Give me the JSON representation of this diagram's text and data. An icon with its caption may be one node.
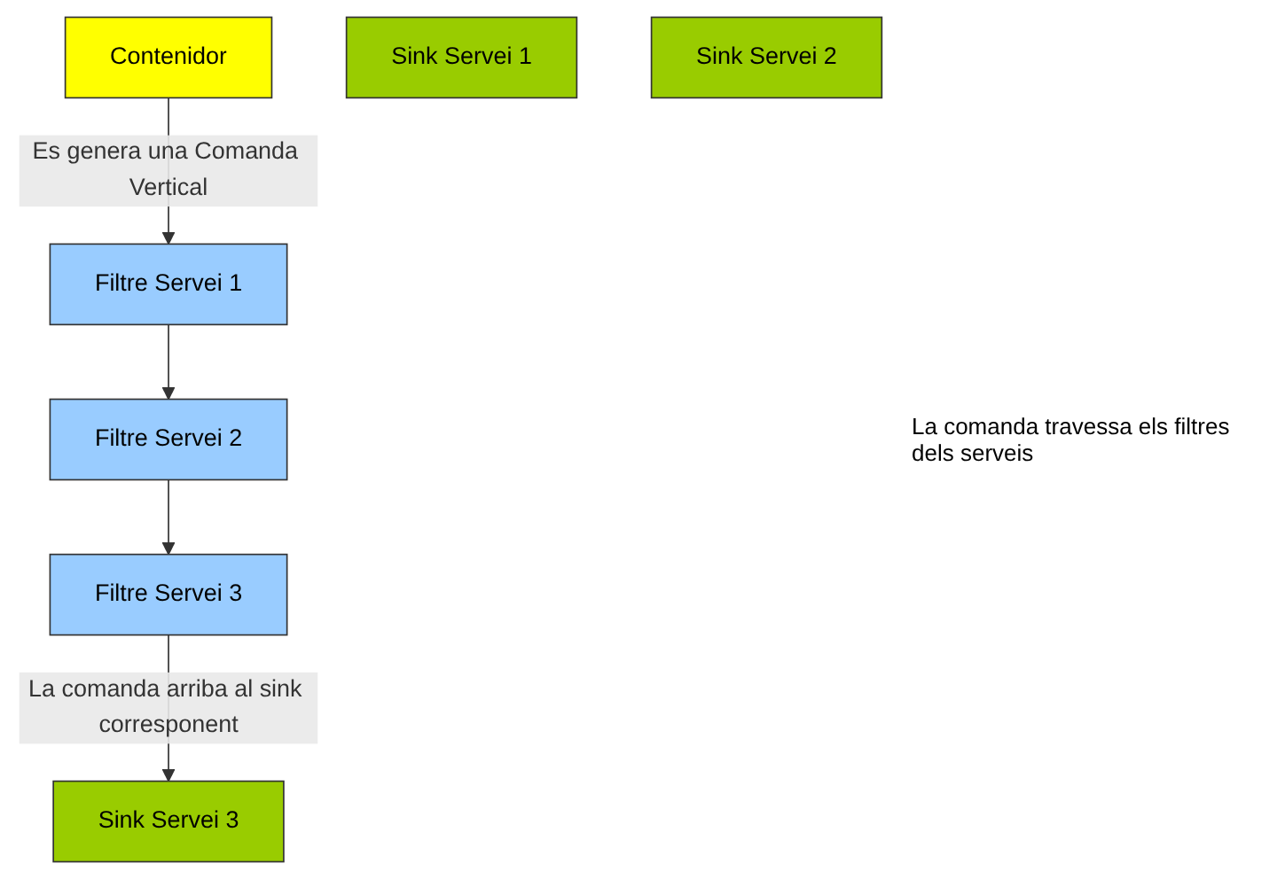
{
  "diagram": {
    "nodes": [
      {
        "text": [
          "Contenidor"
        ]
      },
      {
        "text": [
          "Filtre Servei 1"
        ]
      },
      {
        "text": [
          "Filtre Servei 2"
        ]
      },
      {
        "text": [
          "Filtre Servei 3"
        ]
      },
      {
        "text": [
          "Sink Servei 1"
        ]
      },
      {
        "text": [
          "Sink Servei 2"
        ]
      },
      {
        "text": [
          "Sink Servei 3"
        ]
      }
    ],
    "edges": [
      {
        "from": 0,
        "to": 1,
        "arrow": "to",
        "label": "Es genera una Comanda Vertical"
      },
      {
        "from": 1,
        "to": 2,
        "arrow": "to"
      },
      {
        "from": 2,
        "to": 3,
        "arrow": "to"
      },
      {
        "from": 3,
        "to": 6,
        "arrow": "to",
        "label": "La comanda arriba al sink corresponent"
      }
    ],
    "labels": [
      "La comanda travessa els filtres dels serveis"
    ]
  }
}
